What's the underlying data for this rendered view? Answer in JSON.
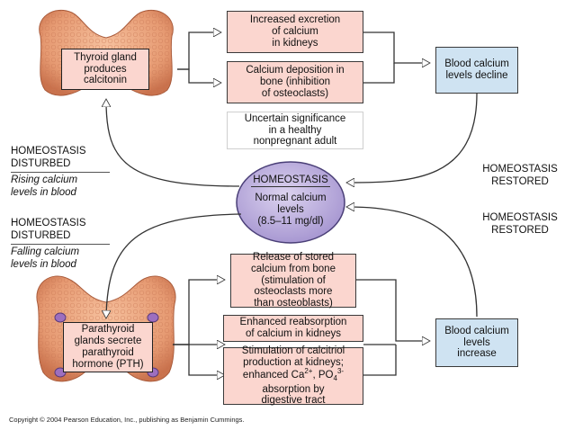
{
  "top": {
    "thyroid_label": "Thyroid gland\nproduces\ncalcitonin",
    "box_excretion": "Increased excretion\nof calcium\nin kidneys",
    "box_deposition": "Calcium deposition in\nbone (inhibition\nof osteoclasts)",
    "box_uncertain": "Uncertain significance\nin a healthy\nnonpregnant adult",
    "result": "Blood calcium\nlevels decline"
  },
  "left_top": {
    "heading": "HOMEOSTASIS\nDISTURBED",
    "caption": "Rising calcium\nlevels in blood"
  },
  "left_bottom": {
    "heading": "HOMEOSTASIS\nDISTURBED",
    "caption": "Falling calcium\nlevels in blood"
  },
  "right_top": {
    "label": "HOMEOSTASIS\nRESTORED"
  },
  "right_bottom": {
    "label": "HOMEOSTASIS\nRESTORED"
  },
  "center": {
    "title": "HOMEOSTASIS",
    "text": "Normal calcium\nlevels\n(8.5–11 mg/dl)"
  },
  "bottom": {
    "parathyroid_label": "Parathyroid\nglands secrete\nparathyroid\nhormone (PTH)",
    "box_release": "Release of stored\ncalcium from bone\n(stimulation of\nosteoclasts more\nthan osteoblasts)",
    "box_reabsorption": "Enhanced reabsorption\nof calcium in kidneys",
    "box_calcitriol_l1": "Stimulation of calcitriol",
    "box_calcitriol_l2": "production at kidneys;",
    "box_calcitriol_l3a": "enhanced Ca",
    "box_calcitriol_sup1": "2+",
    "box_calcitriol_l3b": ", PO",
    "box_calcitriol_sub": "4",
    "box_calcitriol_sup2": "3-",
    "box_calcitriol_l4": "absorption by",
    "box_calcitriol_l5": "digestive tract",
    "result": "Blood calcium\nlevels\nincrease"
  },
  "copyright": "Copyright © 2004 Pearson Education, Inc., publishing as Benjamin Cummings.",
  "colors": {
    "pink_box": "#fbd6cf",
    "blue_box": "#cfe3f2",
    "center_circle": "#bfb1dd",
    "gland": "#e8a080"
  }
}
